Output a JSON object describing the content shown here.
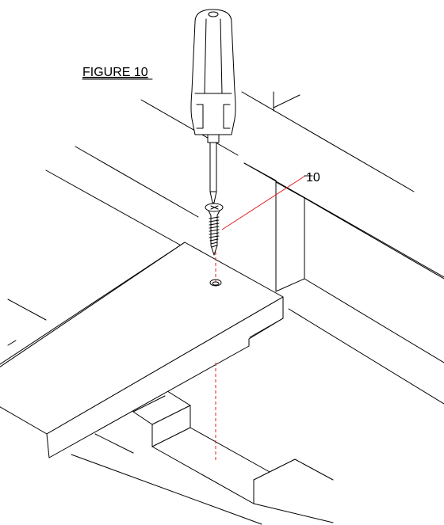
{
  "figure": {
    "title": "FIGURE 10",
    "callout_label": "10",
    "callout_color": "#e02020"
  },
  "parts": {
    "screwdriver": "screwdriver-icon",
    "screw": "screw-icon",
    "board": "board",
    "pilot_hole": "pilot-hole"
  }
}
